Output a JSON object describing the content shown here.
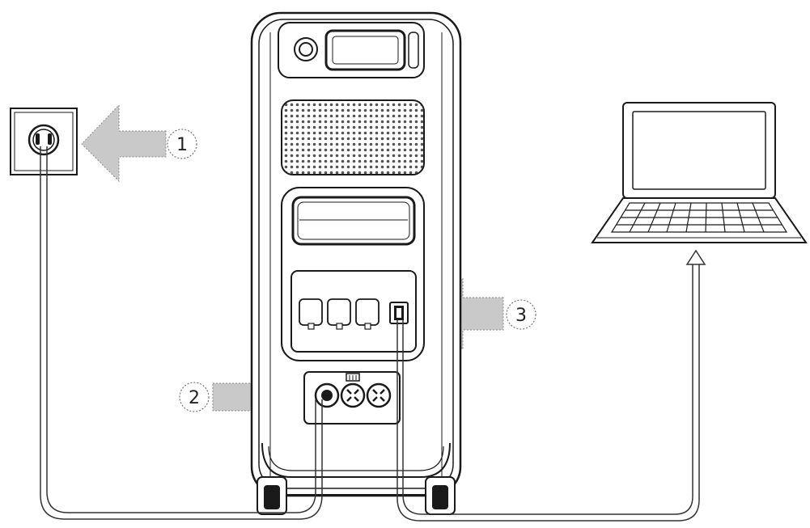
{
  "diagram": {
    "kind": "connection-illustration",
    "callouts": [
      {
        "id": "wall-outlet",
        "label": "1"
      },
      {
        "id": "ac-input-port",
        "label": "2"
      },
      {
        "id": "usb-port",
        "label": "3"
      }
    ],
    "colors": {
      "line": "#1a1a1a",
      "arrow_fill": "#c9c9c9",
      "cable": "#333333",
      "grille_dot": "#555555"
    },
    "icons": [
      "wall-socket-icon",
      "power-station-icon",
      "laptop-icon",
      "arrow-icon"
    ]
  }
}
